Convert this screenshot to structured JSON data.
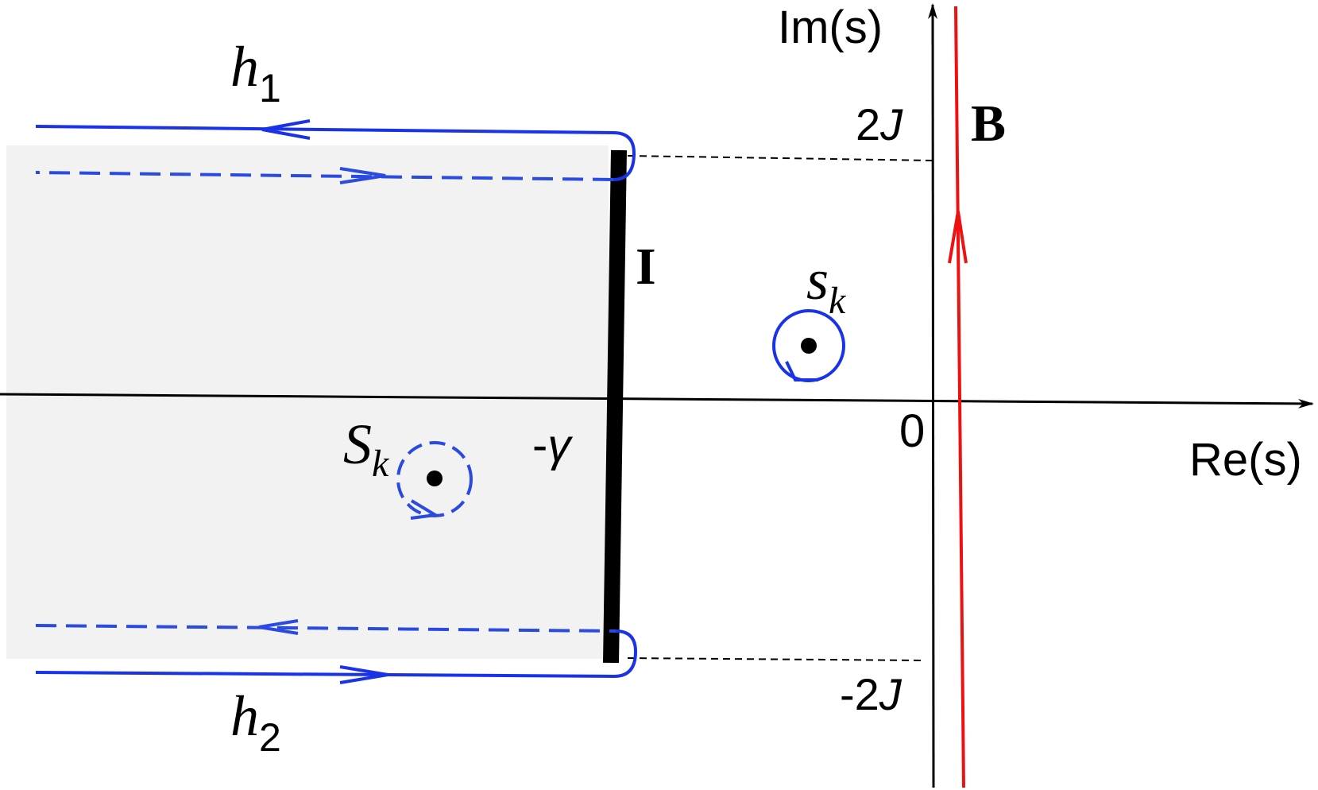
{
  "axes": {
    "im_label": "Im(s)",
    "re_label": "Re(s)",
    "origin_label": "0"
  },
  "ticks": {
    "plus_2j": {
      "num": "2",
      "var": "J"
    },
    "minus_2j": {
      "num": "-2",
      "var": "J"
    }
  },
  "cut": {
    "label": "-",
    "symbol": "γ",
    "marker": "I"
  },
  "contours": {
    "h1": {
      "base": "h",
      "sub": "1"
    },
    "h2": {
      "base": "h",
      "sub": "2"
    },
    "bromwich": "B"
  },
  "poles": {
    "upper": {
      "base": "s",
      "sub": "k"
    },
    "lower": {
      "base": "S",
      "sub": "k"
    }
  },
  "colors": {
    "contour_blue": "#1a33e6",
    "dashed_blue": "#2a4ae0",
    "bromwich_red": "#ee1111",
    "region_fill": "#f2f2f2",
    "axis": "#000000"
  }
}
